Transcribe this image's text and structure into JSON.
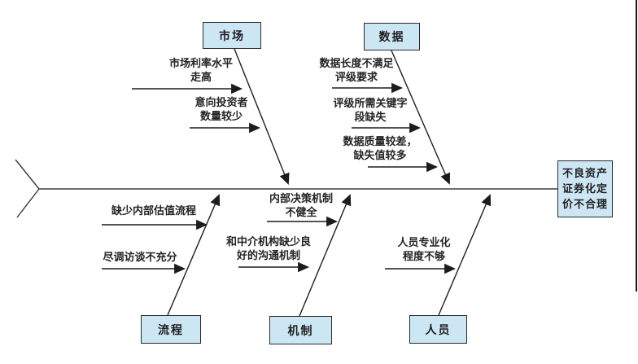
{
  "diagram": {
    "type": "fishbone",
    "effect": "不良资产\n证券化定\n价不合理",
    "branches": [
      {
        "id": "market",
        "label": "市场",
        "position": "top",
        "causes": [
          "市场利率水平\n走高",
          "意向投资者\n数量较少"
        ]
      },
      {
        "id": "data",
        "label": "数据",
        "position": "top",
        "causes": [
          "数据长度不满足\n评级要求",
          "评级所需关键字\n段缺失",
          "数据质量较差，\n缺失值较多"
        ]
      },
      {
        "id": "process",
        "label": "流程",
        "position": "bottom",
        "causes": [
          "缺少内部估值流程",
          "尽调访谈不充分"
        ]
      },
      {
        "id": "mechanism",
        "label": "机制",
        "position": "bottom",
        "causes": [
          "内部决策机制\n不健全",
          "和中介机构缺少良\n好的沟通机制"
        ]
      },
      {
        "id": "personnel",
        "label": "人员",
        "position": "bottom",
        "causes": [
          "人员专业化\n程度不够"
        ]
      }
    ],
    "colors": {
      "box_fill": "#cde6f4",
      "box_border": "#2a2a2a",
      "bone_line": "#1f1f1f",
      "spine_line": "#6f6f6f"
    }
  }
}
